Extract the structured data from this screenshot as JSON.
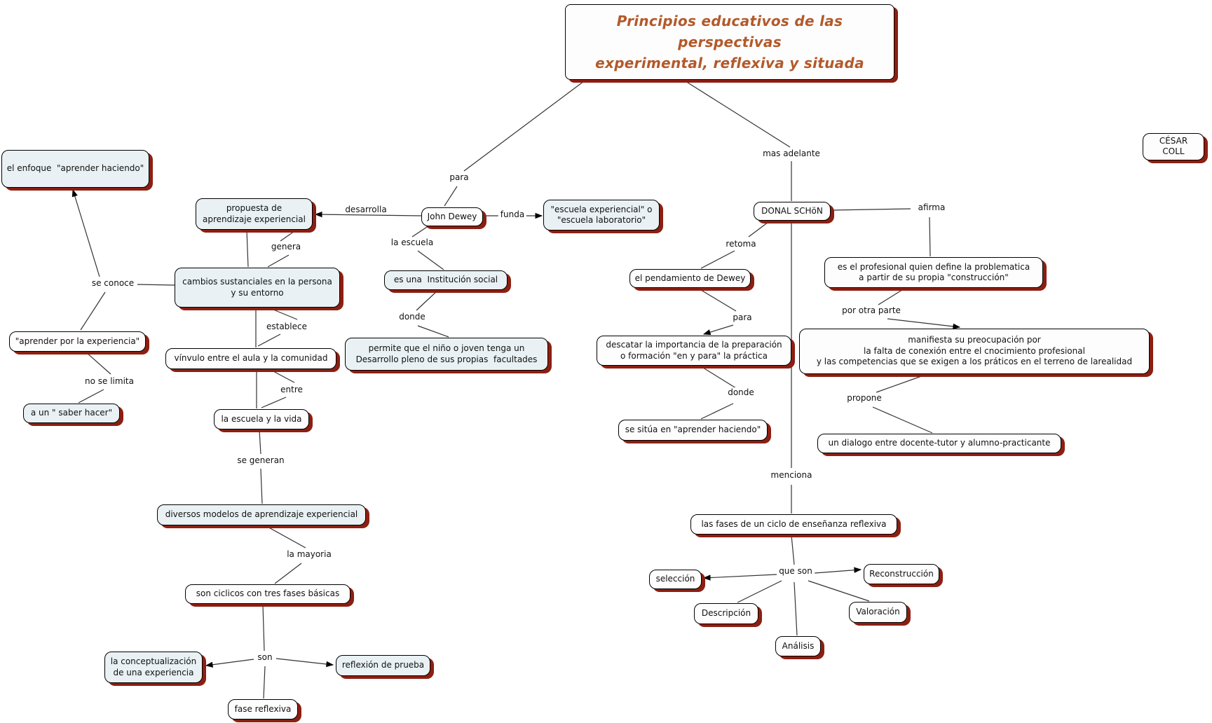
{
  "title": "Principios educativos de las perspectivas\nexperimental, reflexiva y situada",
  "author": "CÉSAR COLL",
  "colors": {
    "node_fill_blue": "#e9f1f4",
    "node_fill_white": "#fdfdfe",
    "node_border": "#000000",
    "node_shadow": "#8c1f12",
    "title_text": "#b3592a",
    "line": "#333333"
  },
  "nodes": [
    {
      "id": "enfoque",
      "text": "el enfoque  \"aprender haciendo\"",
      "style": "blue"
    },
    {
      "id": "propuesta",
      "text": "propuesta de\naprendizaje experiencial",
      "style": "blue"
    },
    {
      "id": "john-dewey",
      "text": "John Dewey",
      "style": "white"
    },
    {
      "id": "escuela-experiencial",
      "text": "\"escuela experiencial\" o\n\"escuela laboratorio\"",
      "style": "blue"
    },
    {
      "id": "donal-schon",
      "text": "DONAL SCHöN",
      "style": "white"
    },
    {
      "id": "cambios",
      "text": "cambios sustanciales en la persona\ny su entorno",
      "style": "blue"
    },
    {
      "id": "institucion",
      "text": "es una  Institución social",
      "style": "blue"
    },
    {
      "id": "pendamiento",
      "text": "el pendamiento de Dewey",
      "style": "white"
    },
    {
      "id": "profesional",
      "text": "es el profesional quien define la problematica\na partir de su propia \"construcción\"",
      "style": "white"
    },
    {
      "id": "aprender-experiencia",
      "text": "\"aprender por la experiencia\"",
      "style": "white"
    },
    {
      "id": "vinvulo",
      "text": "vínvulo entre el aula y la comunidad",
      "style": "white"
    },
    {
      "id": "permite",
      "text": "permite que el niño o joven tenga un\nDesarrollo pleno de sus propias  facultades",
      "style": "blue"
    },
    {
      "id": "descatar",
      "text": "descatar la importancia de la preparación\no formación \"en y para\" la práctica",
      "style": "white"
    },
    {
      "id": "manifiesta",
      "text": "manifiesta su preocupación por\nla falta de conexión entre el cnocimiento profesional\ny las competencias que se exigen a los práticos en el terreno de larealidad",
      "style": "white"
    },
    {
      "id": "saber-hacer",
      "text": "a un \" saber hacer\"",
      "style": "blue"
    },
    {
      "id": "escuela-vida",
      "text": "la escuela y la vida",
      "style": "white"
    },
    {
      "id": "se-situa",
      "text": "se sitúa en \"aprender haciendo\"",
      "style": "white"
    },
    {
      "id": "dialogo",
      "text": "un dialogo entre docente-tutor y alumno-practicante",
      "style": "white"
    },
    {
      "id": "diversos",
      "text": "diversos modelos de aprendizaje experiencial",
      "style": "blue"
    },
    {
      "id": "fases",
      "text": "las fases de un ciclo de enseñanza reflexiva",
      "style": "white"
    },
    {
      "id": "son-ciclicos",
      "text": "son ciclicos con tres fases básicas",
      "style": "white"
    },
    {
      "id": "seleccion",
      "text": "selección",
      "style": "white"
    },
    {
      "id": "reconstruccion",
      "text": "Reconstrucción",
      "style": "white"
    },
    {
      "id": "descripcion",
      "text": "Descripción",
      "style": "white"
    },
    {
      "id": "valoracion",
      "text": "Valoración",
      "style": "white"
    },
    {
      "id": "analisis",
      "text": "Análisis",
      "style": "white"
    },
    {
      "id": "conceptualizacion",
      "text": "la conceptualización\nde una experiencia",
      "style": "blue"
    },
    {
      "id": "reflexion-prueba",
      "text": "reflexión de prueba",
      "style": "blue"
    },
    {
      "id": "fase-reflexiva",
      "text": "fase reflexiva",
      "style": "white"
    }
  ],
  "labels": [
    {
      "id": "para-1",
      "text": "para"
    },
    {
      "id": "mas-adelante",
      "text": "mas adelante"
    },
    {
      "id": "desarrolla",
      "text": "desarrolla"
    },
    {
      "id": "funda",
      "text": "funda"
    },
    {
      "id": "afirma",
      "text": "afirma"
    },
    {
      "id": "genera",
      "text": "genera"
    },
    {
      "id": "la-escuela",
      "text": "la escuela"
    },
    {
      "id": "retoma",
      "text": "retoma"
    },
    {
      "id": "se-conoce",
      "text": "se conoce"
    },
    {
      "id": "establece",
      "text": "establece"
    },
    {
      "id": "donde-1",
      "text": "donde"
    },
    {
      "id": "para-2",
      "text": "para"
    },
    {
      "id": "por-otra-parte",
      "text": "por otra parte"
    },
    {
      "id": "no-se-limita",
      "text": "no se limita"
    },
    {
      "id": "entre",
      "text": "entre"
    },
    {
      "id": "donde-2",
      "text": "donde"
    },
    {
      "id": "propone",
      "text": "propone"
    },
    {
      "id": "se-generan",
      "text": "se generan"
    },
    {
      "id": "menciona",
      "text": "menciona"
    },
    {
      "id": "la-mayoria",
      "text": "la mayoria"
    },
    {
      "id": "que-son",
      "text": "que son"
    },
    {
      "id": "son",
      "text": "son"
    }
  ]
}
